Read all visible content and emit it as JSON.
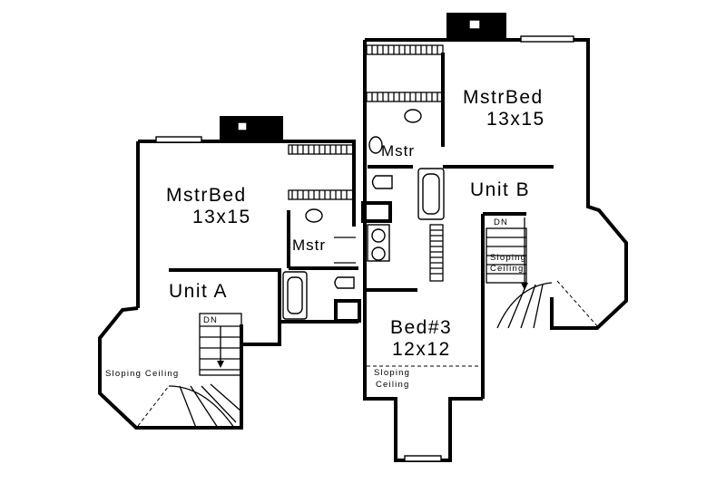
{
  "unit_a": {
    "master_bed": "MstrBed",
    "master_bed_size": "13x15",
    "master_bath": "Mstr",
    "unit_label": "Unit A",
    "stair_label": "DN",
    "sloping_ceiling": "Sloping Ceiling"
  },
  "unit_b": {
    "master_bed": "MstrBed",
    "master_bed_size": "13x15",
    "master_bath": "Mstr",
    "unit_label": "Unit B",
    "stair_label": "DN",
    "sloping_line1": "Sloping",
    "sloping_line2": "Ceiling"
  },
  "bed3": {
    "name": "Bed#3",
    "size": "12x12",
    "sloping_line1": "Sloping",
    "sloping_line2": "Ceiling"
  }
}
